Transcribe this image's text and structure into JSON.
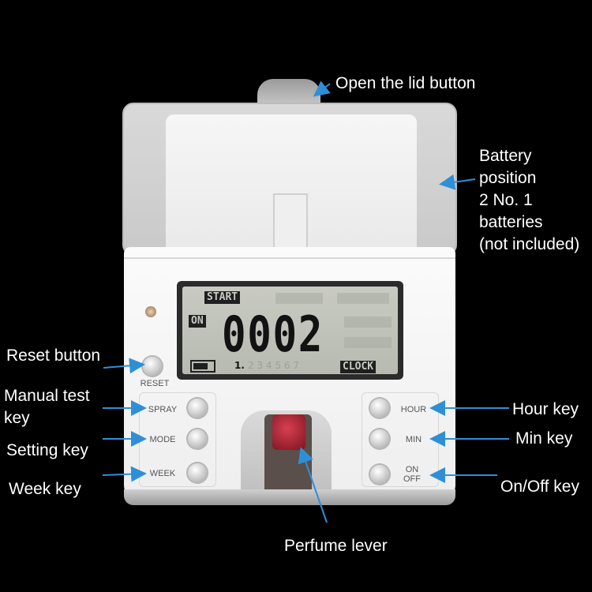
{
  "colors": {
    "background": "#000000",
    "device_body": "#f4f4f4",
    "lcd_background": "#c1c4ba",
    "arrow": "#2f8fd6",
    "callout_text": "#ffffff"
  },
  "callouts": {
    "open_lid_button": "Open the lid button",
    "battery_position": [
      "Battery",
      "position",
      "2 No. 1",
      "batteries",
      "(not included)"
    ],
    "reset_button": "Reset button",
    "manual_test_key": [
      "Manual test",
      "key"
    ],
    "setting_key": "Setting key",
    "week_key": "Week key",
    "hour_key": "Hour key",
    "min_key": "Min key",
    "onoff_key": "On/Off key",
    "perfume_lever": "Perfume lever"
  },
  "device": {
    "lcd": {
      "start": "START",
      "on": "ON",
      "digits": "0002",
      "clock": "CLOCK",
      "week_current": "1.",
      "week_rest": "2 3 4 5 6 7"
    },
    "labels": {
      "reset": "RESET",
      "spray": "SPRAY",
      "mode": "MODE",
      "week": "WEEK",
      "hour": "HOUR",
      "min": "MIN",
      "on_off_line1": "ON",
      "on_off_line2": "OFF"
    }
  }
}
